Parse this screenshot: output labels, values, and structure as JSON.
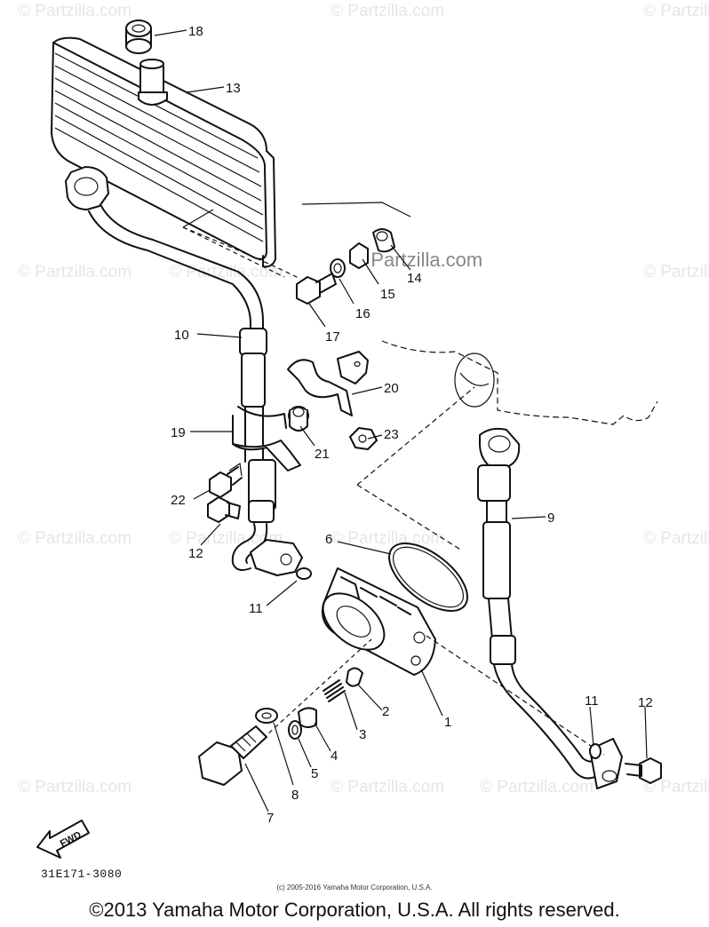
{
  "watermarks": [
    "© Partzilla.com",
    "© Partzilla.com",
    "© Partzilla.com",
    "© Partzilla.com",
    "© Partzilla.com",
    "© Partzilla.com",
    "© Partzilla.com",
    "© Partzilla.com",
    "© Partzilla.com",
    "© Partzilla.com",
    "© Partzilla.com",
    "© Partzilla.com",
    "© Partzilla.com",
    "© Partzilla.com"
  ],
  "center_watermark": "© Partzilla.com",
  "callouts": [
    "18",
    "13",
    "14",
    "15",
    "16",
    "17",
    "10",
    "20",
    "19",
    "21",
    "23",
    "22",
    "12",
    "11",
    "6",
    "9",
    "1",
    "2",
    "3",
    "4",
    "5",
    "8",
    "7",
    "11",
    "12"
  ],
  "fwd_label": "FWD",
  "diagram_code": "31E171-3080",
  "copyright_small": "(c) 2005-2016 Yamaha Motor Corporation, U.S.A.",
  "copyright_main": "©2013 Yamaha Motor Corporation, U.S.A. All rights reserved."
}
